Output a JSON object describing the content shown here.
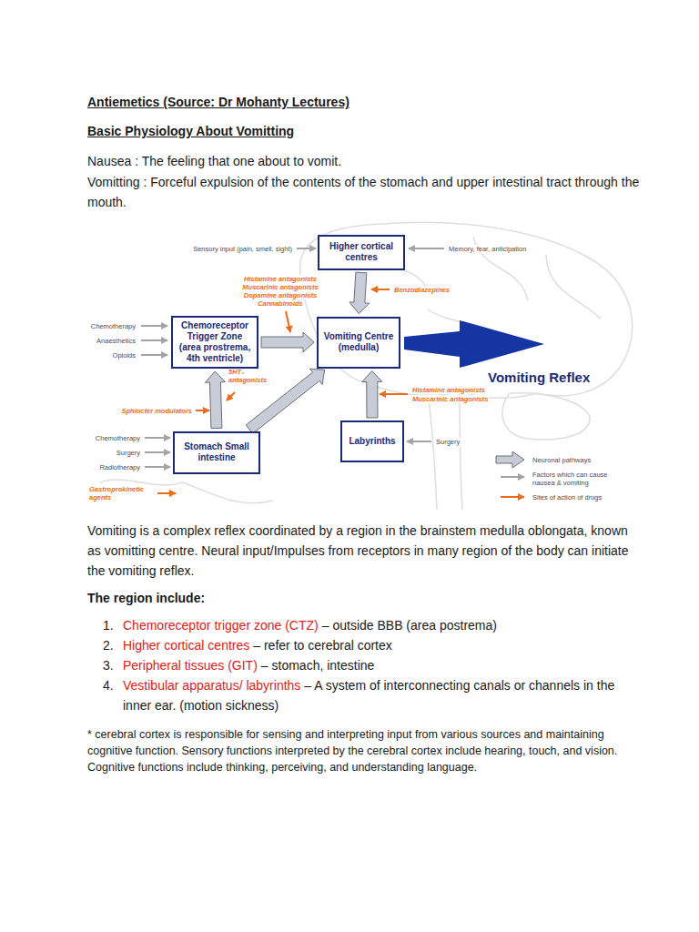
{
  "diagram": {
    "title": "Antiemetics (Source: Dr Mohanty Lectures)",
    "nodes": [
      {
        "text": [
          "Higher cortical centres"
        ]
      },
      {
        "text": [
          "Chemoreceptor Trigger Zone (area prostrema, 4th ventricle)"
        ]
      },
      {
        "text": [
          "Vomiting Centre (medulla)"
        ]
      },
      {
        "text": [
          "Stomach Small intestine"
        ]
      },
      {
        "text": [
          "Labyrinths"
        ]
      }
    ],
    "edges": [
      {
        "from": 0,
        "to": 2,
        "arrow": "to"
      },
      {
        "from": 1,
        "to": 2,
        "arrow": "to"
      },
      {
        "from": 3,
        "to": 1,
        "arrow": "to"
      },
      {
        "from": 3,
        "to": 2,
        "arrow": "to"
      },
      {
        "from": 4,
        "to": 2,
        "arrow": "to"
      }
    ],
    "labels": [
      "Basic Physiology About Vomitting",
      "Nausea : The feeling that one about to vomit.",
      "Vomitting : Forceful expulsion of the contents of the stomach and upper intestinal tract through the mouth.",
      "Sensory input (pain, smell, sight)",
      "Memory, fear, anticipation",
      "Histamine antagonists",
      "Muscarinic antagonists",
      "Dopamine antagonists",
      "Cannabinoids",
      "Benzodiazepines",
      "Chemotherapy",
      "Anaesthetics",
      "Opioids",
      "5HT₃ antagonists",
      "Sphincter modulators",
      "Chemotherapy",
      "Surgery",
      "Radiotherapy",
      "Gastroprokinetic agents",
      "Histamine antagonists",
      "Muscarinic antagonists",
      "Surgery",
      "Vomiting Reflex",
      "Vomiting is a complex reflex coordinated by a region in the brainstem medulla oblongata, known as vomitting centre. Neural input/Impulses from receptors in many region of the body can initiate the vomiting reflex.",
      "The region include:",
      "1.",
      "Chemoreceptor trigger zone (CTZ)",
      "– outside BBB (area postrema)",
      "2.",
      "Higher cortical centres",
      "– refer to cerebral cortex",
      "3.",
      "Peripheral tissues (GIT)",
      "– stomach, intestine",
      "4.",
      "Vestibular apparatus/ labyrinths",
      "– A system of interconnecting canals or channels in the inner ear. (motion sickness)",
      "* cerebral cortex is responsible for sensing and interpreting input from various sources and maintaining cognitive function. Sensory functions interpreted by the cerebral cortex include hearing, touch, and vision. Cognitive functions include thinking, perceiving, and understanding language."
    ],
    "legend": [
      {
        "text": "Neuronal pathways"
      },
      {
        "text": "Factors which can cause nausea & vomiting"
      },
      {
        "text": "Sites of action of drugs"
      }
    ]
  }
}
